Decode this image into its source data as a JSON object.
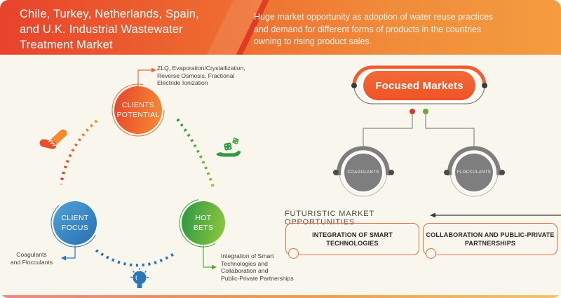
{
  "header": {
    "title": "Chile, Turkey, Netherlands, Spain,\nand U.K. Industrial Wastewater\nTreatment Market",
    "subtitle": "Huge market opportunity as adoption of water reuse practices\nand demand for different forms of products in the countries\nowning to rising product sales."
  },
  "cycle": {
    "nodes": [
      {
        "id": "clients-potential",
        "label": "CLIENTS\nPOTENTIAL",
        "annotation": "ZLQ, Evaporation/Crystallization,\nReverse Osmosis, Fractional\nElectride Ionization",
        "color_start": "#e84a2e",
        "color_end": "#f58634"
      },
      {
        "id": "client-focus",
        "label": "CLIENT\nFOCUS",
        "annotation": "Coagulants\nand Flocculants",
        "color_start": "#4da0d6",
        "color_end": "#2a71b5"
      },
      {
        "id": "hot-bets",
        "label": "HOT\nBETS",
        "annotation": "Integration of Smart\nTechnologies and\nCollaboration and\nPublic-Private Partnerships",
        "color_start": "#2f9a43",
        "color_end": "#8cc63e"
      }
    ],
    "icons": [
      "handshake-icon",
      "dice-hand-icon",
      "lightbulb-icon"
    ]
  },
  "focused_markets": {
    "title": "Focused Markets",
    "children": [
      {
        "label": "COAGULANTS"
      },
      {
        "label": "FLOCCULANTS"
      }
    ],
    "accent_color": "#f15b2d",
    "node_color": "#7e7e7e",
    "dot_colors": [
      "#d93a2b",
      "#6aa832"
    ]
  },
  "opportunities": {
    "heading": "FUTURISTIC MARKET OPPORTUNITIES",
    "items": [
      {
        "label": "INTEGRATION OF SMART\nTECHNOLOGIES"
      },
      {
        "label": "COLLABORATION AND PUBLIC-PRIVATE\nPARTNERSHIPS"
      }
    ],
    "border_color": "#e8713c"
  }
}
